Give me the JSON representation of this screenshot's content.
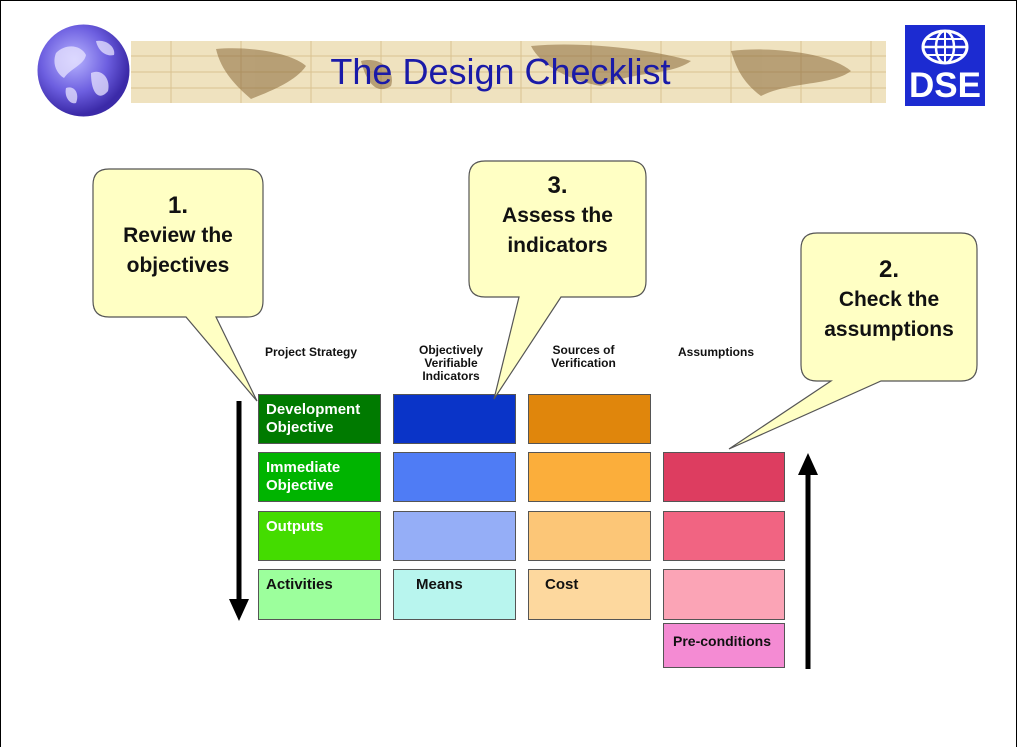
{
  "header": {
    "title": "The Design Checklist",
    "logo_text": "DSE"
  },
  "column_headers": {
    "strategy": "Project Strategy",
    "ovi": "Objectively Verifiable Indicators",
    "sov": "Sources of Verification",
    "assumptions": "Assumptions"
  },
  "rows": {
    "development": "Development Objective",
    "immediate": "Immediate Objective",
    "outputs": "Outputs",
    "activities": "Activities"
  },
  "cells": {
    "means": "Means",
    "cost": "Cost",
    "preconditions": "Pre-conditions"
  },
  "callouts": {
    "c1_num": "1.",
    "c1_text": "Review the objectives",
    "c2_num": "2.",
    "c2_text": "Check the assumptions",
    "c3_num": "3.",
    "c3_text": "Assess the indicators"
  },
  "colors": {
    "title": "#1a1aa8",
    "logo_blue": "#1c2bd1",
    "callout_fill": "#ffffc4",
    "green_dark": "#007a00",
    "green_mid": "#00b400",
    "green_light": "#44dc00",
    "green_pale": "#9cff9c",
    "blue_dark": "#0a34c8",
    "blue_mid": "#4f7cf5",
    "blue_light": "#95aef7",
    "cyan_pale": "#b8f5ee",
    "orange_dark": "#e0860c",
    "orange_mid": "#fbae3b",
    "orange_light": "#fcc677",
    "orange_pale": "#fdd89e",
    "pink_dark": "#dd3d60",
    "pink_mid": "#f16482",
    "pink_light": "#fba4b6",
    "pink_pale": "#f48bd3"
  }
}
